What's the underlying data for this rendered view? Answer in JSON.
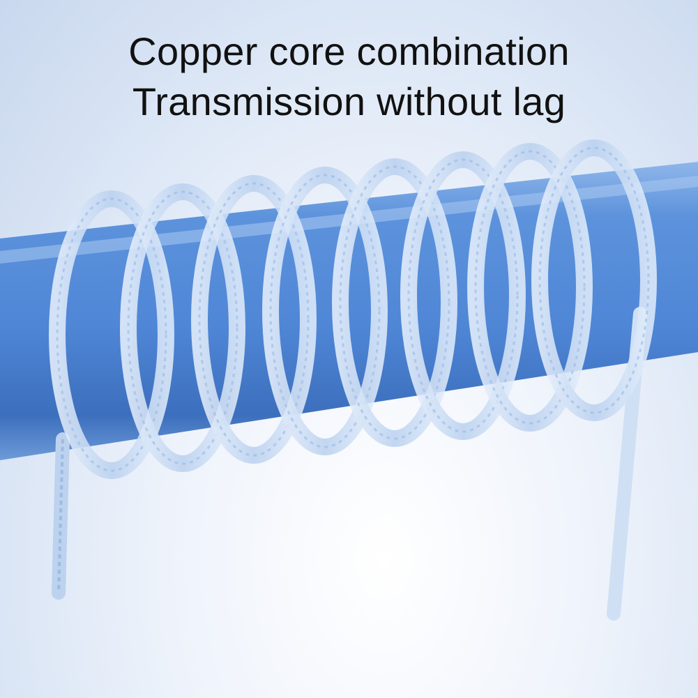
{
  "headline": {
    "line1": "Copper core combination",
    "line2": "Transmission without lag"
  },
  "colors": {
    "text": "#111111",
    "rod": "#4f86d6",
    "rod_dark": "#3c6fbd",
    "rod_light": "#8fb6ea",
    "cable": "#c9dcf3",
    "background": "#e6eef9"
  },
  "scene": {
    "coil_turns": 8
  }
}
